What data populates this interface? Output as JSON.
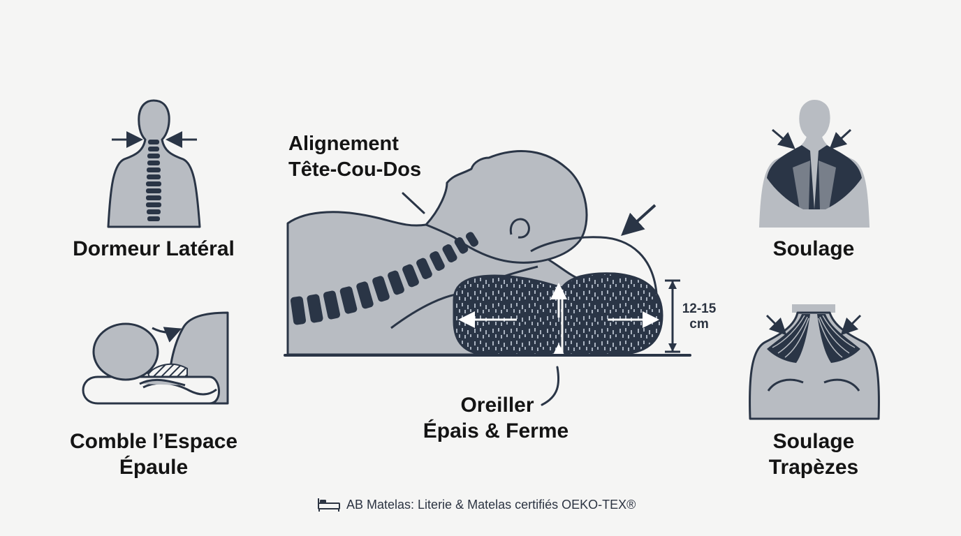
{
  "colors": {
    "navy": "#2a3546",
    "gray": "#b8bcc2",
    "background": "#f5f5f4"
  },
  "labels": {
    "side_sleeper": "Dormeur Latéral",
    "alignment_line1": "Alignement",
    "alignment_line2": "Tête-Cou-Dos",
    "relief": "Soulage",
    "shoulder_line1": "Comble l’Espace",
    "shoulder_line2": "Épaule",
    "pillow_line1": "Oreiller",
    "pillow_line2": "Épais & Ferme",
    "trapezius_line1": "Soulage",
    "trapezius_line2": "Trapèzes",
    "height_line1": "12-15",
    "height_line2": "cm"
  },
  "footer": {
    "icon": "bed-icon",
    "text": "AB Matelas: Literie & Matelas certifiés OEKO-TEX®"
  }
}
